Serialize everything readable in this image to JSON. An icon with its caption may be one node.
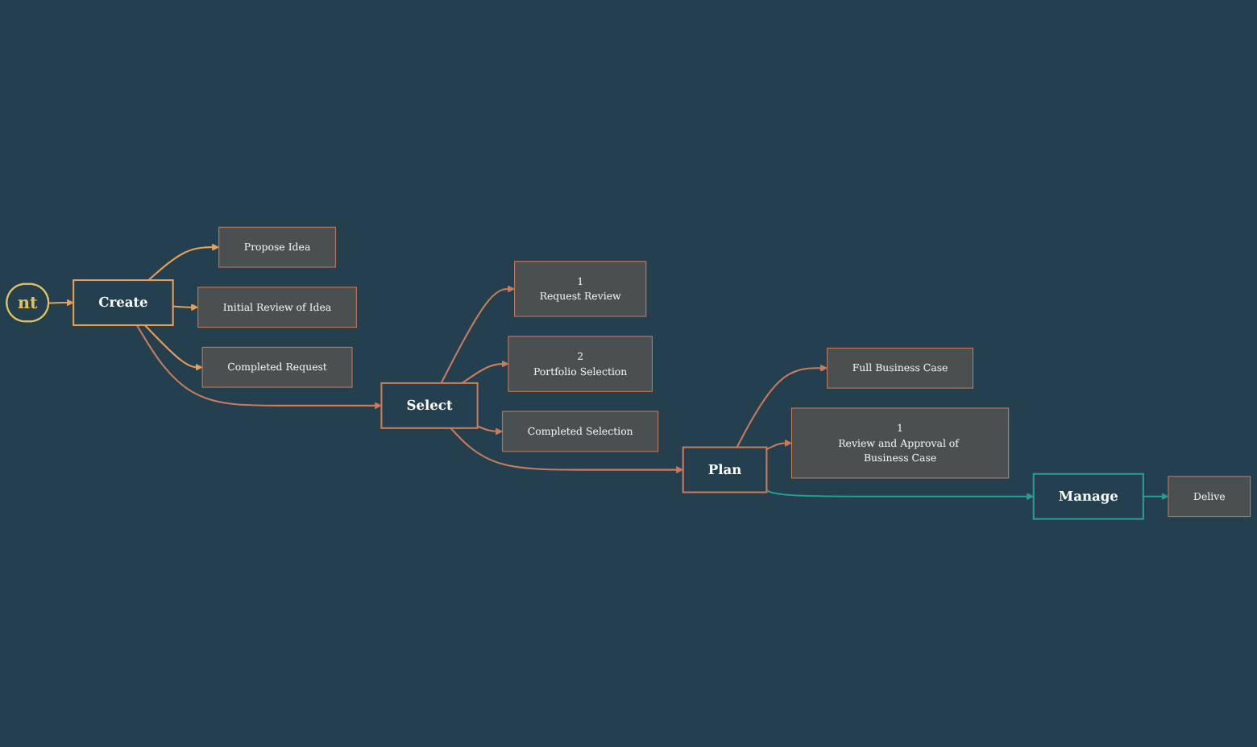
{
  "diagram": {
    "nodes": [
      {
        "text": [
          "nt"
        ]
      },
      {
        "text": [
          "Create"
        ]
      },
      {
        "text": [
          "Propose Idea"
        ]
      },
      {
        "text": [
          "Initial Review of Idea"
        ]
      },
      {
        "text": [
          "Completed Request"
        ]
      },
      {
        "text": [
          "Select"
        ]
      },
      {
        "text": [
          "1",
          "Request Review"
        ]
      },
      {
        "text": [
          "2",
          "Portfolio Selection"
        ]
      },
      {
        "text": [
          "Completed Selection"
        ]
      },
      {
        "text": [
          "Plan"
        ]
      },
      {
        "text": [
          "Full Business Case"
        ]
      },
      {
        "text": [
          "1",
          "Review and Approval of Business Case"
        ]
      },
      {
        "text": [
          "Manage"
        ]
      },
      {
        "text": [
          "Delive"
        ]
      }
    ],
    "edges": [
      {
        "from": 0,
        "to": 1,
        "arrow": "to",
        "color": "#e8a058"
      },
      {
        "from": 1,
        "to": 2,
        "arrow": "to",
        "color": "#e8a058"
      },
      {
        "from": 1,
        "to": 3,
        "arrow": "to",
        "color": "#e8a058"
      },
      {
        "from": 1,
        "to": 4,
        "arrow": "to",
        "color": "#e8a058"
      },
      {
        "from": 1,
        "to": 5,
        "arrow": "to"
      },
      {
        "from": 5,
        "to": 6,
        "arrow": "to"
      },
      {
        "from": 5,
        "to": 7,
        "arrow": "to"
      },
      {
        "from": 5,
        "to": 8,
        "arrow": "to"
      },
      {
        "from": 5,
        "to": 9,
        "arrow": "to"
      },
      {
        "from": 9,
        "to": 10,
        "arrow": "to"
      },
      {
        "from": 9,
        "to": 11,
        "arrow": "to"
      },
      {
        "from": 9,
        "to": 12,
        "arrow": "to",
        "color": "#2a9d8f"
      },
      {
        "from": 12,
        "to": 13,
        "arrow": "to",
        "color": "#2a9d8f"
      }
    ]
  }
}
